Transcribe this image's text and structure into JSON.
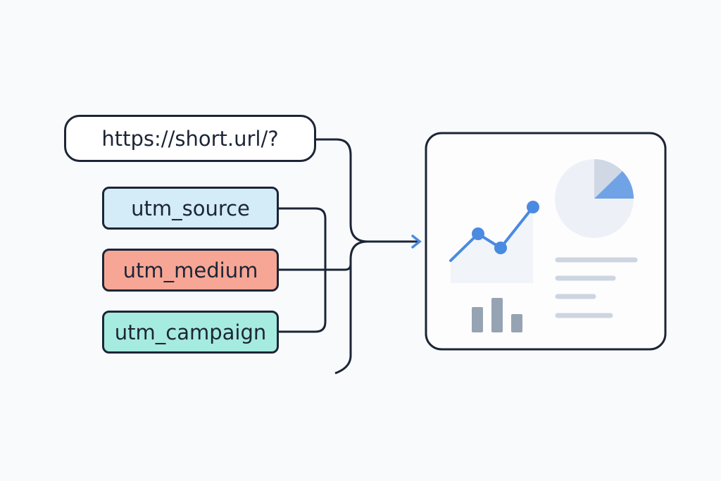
{
  "url_box": {
    "label": "https://short.url/?"
  },
  "params": [
    {
      "label": "utm_source",
      "color": "#d3ecf7"
    },
    {
      "label": "utm_medium",
      "color": "#f7a695"
    },
    {
      "label": "utm_campaign",
      "color": "#a6ebdf"
    }
  ],
  "dashboard": {
    "icons": [
      "line-chart-icon",
      "pie-chart-icon",
      "bar-chart-icon",
      "text-lines-icon"
    ],
    "accent": "#4a8ae0"
  }
}
